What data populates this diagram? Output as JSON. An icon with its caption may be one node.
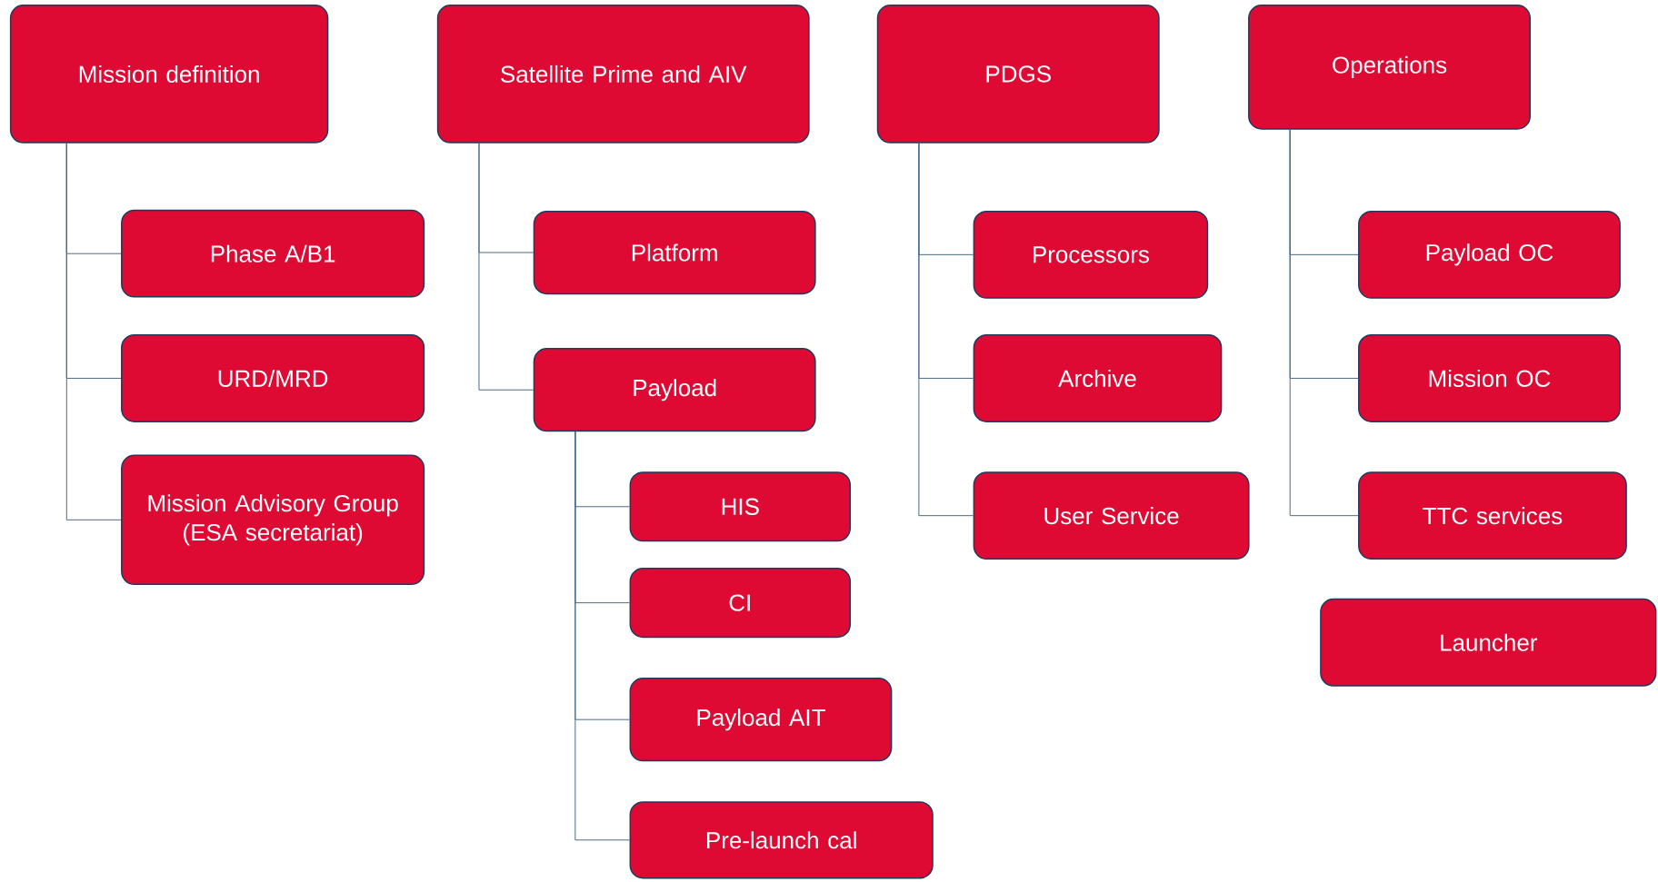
{
  "diagram": {
    "nodes": [
      {
        "text": [
          "Mission definition"
        ]
      },
      {
        "text": [
          "Phase A/B1"
        ]
      },
      {
        "text": [
          "URD/MRD"
        ]
      },
      {
        "text": [
          "Mission Advisory Group (ESA secretariat)"
        ]
      },
      {
        "text": [
          "Satellite Prime and AIV"
        ]
      },
      {
        "text": [
          "Platform"
        ]
      },
      {
        "text": [
          "Payload"
        ]
      },
      {
        "text": [
          "HIS"
        ]
      },
      {
        "text": [
          "CI"
        ]
      },
      {
        "text": [
          "Payload AIT"
        ]
      },
      {
        "text": [
          "Pre-launch cal"
        ]
      },
      {
        "text": [
          "PDGS"
        ]
      },
      {
        "text": [
          "Processors"
        ]
      },
      {
        "text": [
          "Archive"
        ]
      },
      {
        "text": [
          "User Service"
        ]
      },
      {
        "text": [
          "Operations"
        ]
      },
      {
        "text": [
          "Payload OC"
        ]
      },
      {
        "text": [
          "Mission OC"
        ]
      },
      {
        "text": [
          "TTC services"
        ]
      },
      {
        "text": [
          "Launcher"
        ]
      }
    ],
    "edges": [
      {
        "from": 0,
        "to": 1,
        "arrow": "none"
      },
      {
        "from": 0,
        "to": 2,
        "arrow": "none"
      },
      {
        "from": 0,
        "to": 3,
        "arrow": "none"
      },
      {
        "from": 4,
        "to": 5,
        "arrow": "none"
      },
      {
        "from": 4,
        "to": 6,
        "arrow": "none"
      },
      {
        "from": 6,
        "to": 7,
        "arrow": "none"
      },
      {
        "from": 6,
        "to": 8,
        "arrow": "none"
      },
      {
        "from": 6,
        "to": 9,
        "arrow": "none"
      },
      {
        "from": 6,
        "to": 10,
        "arrow": "none"
      },
      {
        "from": 11,
        "to": 12,
        "arrow": "none"
      },
      {
        "from": 11,
        "to": 13,
        "arrow": "none"
      },
      {
        "from": 11,
        "to": 14,
        "arrow": "none"
      },
      {
        "from": 15,
        "to": 16,
        "arrow": "none"
      },
      {
        "from": 15,
        "to": 17,
        "arrow": "none"
      },
      {
        "from": 15,
        "to": 18,
        "arrow": "none"
      }
    ]
  }
}
